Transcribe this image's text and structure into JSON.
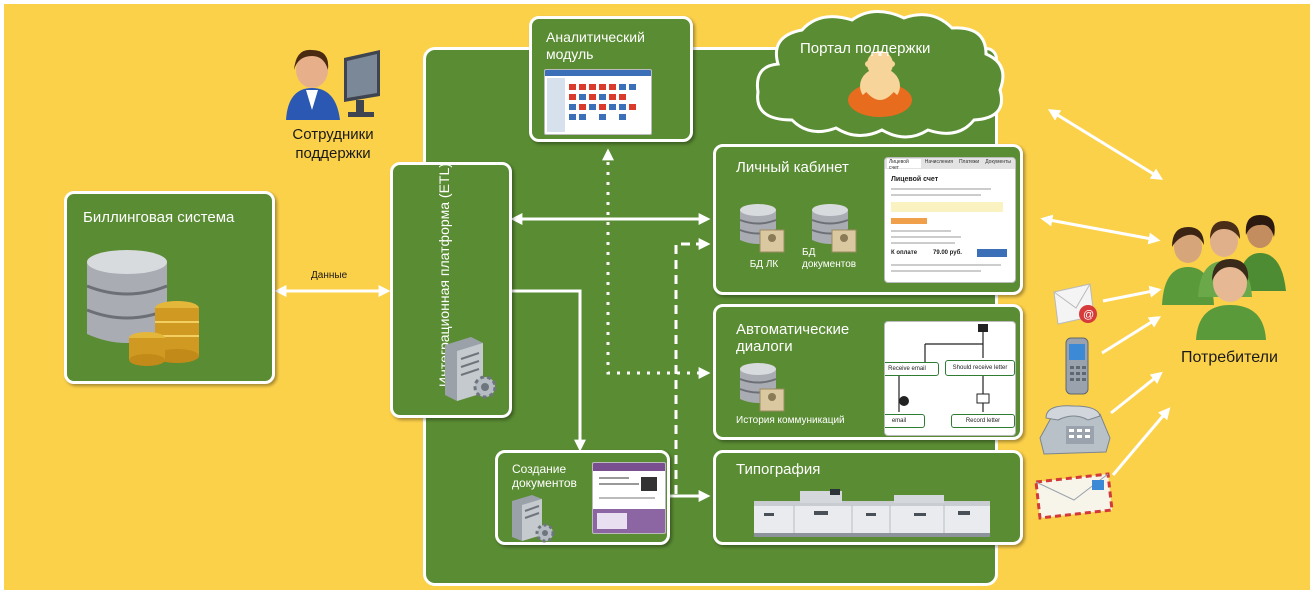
{
  "diagram": {
    "support_staff": "Сотрудники поддержки",
    "billing": {
      "title": "Биллинговая система"
    },
    "data_label": "Данные",
    "integration": "Интеграционная платформа (ETL)",
    "analytics": "Аналитический модуль",
    "portal": "Портал поддержки",
    "cabinet": {
      "title": "Личный кабинет",
      "db1": "БД ЛК",
      "db2": "БД документов",
      "screen": {
        "nav": [
          "Лицевой счет",
          "Начисления",
          "Платежи",
          "Документы"
        ],
        "heading": "Лицевой счет",
        "total_label": "К оплате",
        "total_value": "79.00 руб."
      }
    },
    "dialogs": {
      "title": "Автоматические диалоги",
      "db": "История коммуникаций",
      "flow": {
        "n1": "Receive email",
        "n2": "Should receive letter",
        "n3": "email",
        "n4": "Record letter"
      }
    },
    "docs": "Создание документов",
    "print": "Типография",
    "consumers": "Потребители",
    "colors": {
      "background": "#fcd14a",
      "box_green": "#5a8c33",
      "arrow": "#ffffff"
    }
  }
}
